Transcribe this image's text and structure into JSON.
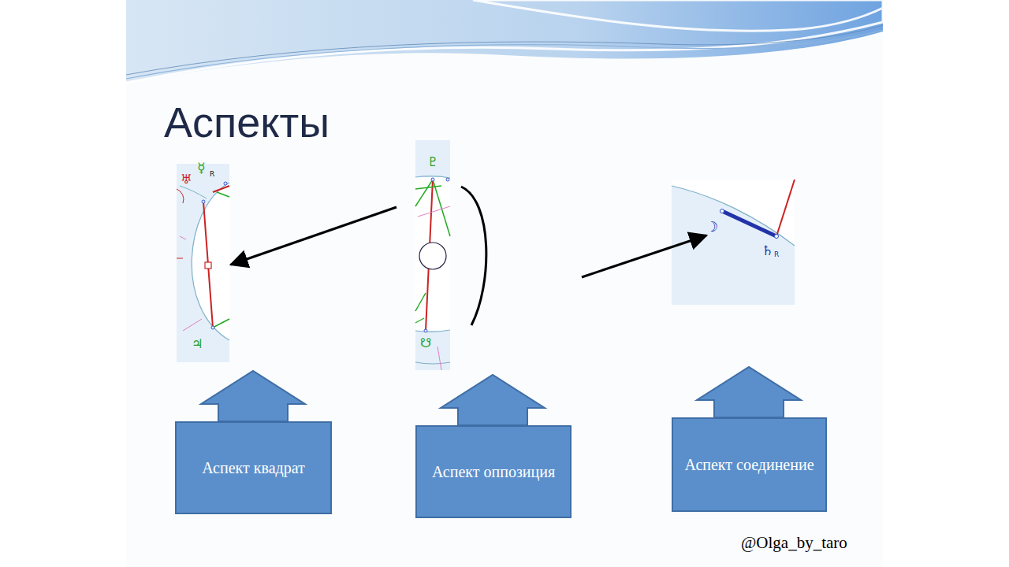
{
  "diagram": {
    "title": "Аспекты",
    "nodes": [
      {
        "text": [
          "Аспект квадрат"
        ]
      },
      {
        "text": [
          "Аспект оппозиция"
        ]
      },
      {
        "text": [
          "Аспект соединение"
        ]
      }
    ],
    "labels": [
      "☿",
      "R",
      "♅",
      "♃",
      "♇",
      "☋",
      "☽",
      "♄",
      "R",
      "@Olga_by_taro"
    ]
  }
}
